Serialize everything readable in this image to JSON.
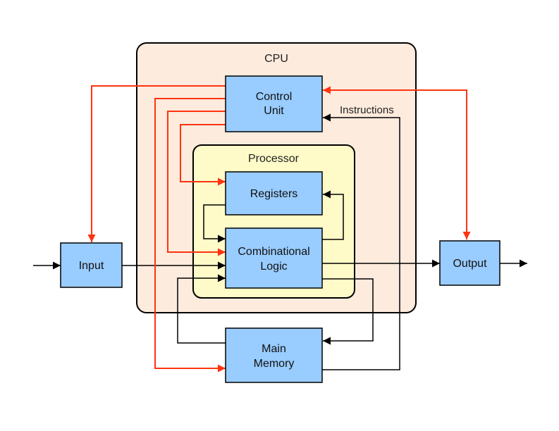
{
  "regions": {
    "cpu": {
      "label": "CPU"
    },
    "processor": {
      "label": "Processor"
    }
  },
  "blocks": {
    "control_unit": {
      "line1": "Control",
      "line2": "Unit"
    },
    "registers": {
      "label": "Registers"
    },
    "combinational_logic": {
      "line1": "Combinational",
      "line2": "Logic"
    },
    "input": {
      "label": "Input"
    },
    "output": {
      "label": "Output"
    },
    "main_memory": {
      "line1": "Main",
      "line2": "Memory"
    }
  },
  "annotations": {
    "instructions": "Instructions"
  },
  "colors": {
    "cpu_fill": "#fdebdd",
    "processor_fill": "#fefbc8",
    "block_fill": "#99ccff",
    "control_arrow": "#ff3311",
    "data_arrow": "#000000"
  }
}
